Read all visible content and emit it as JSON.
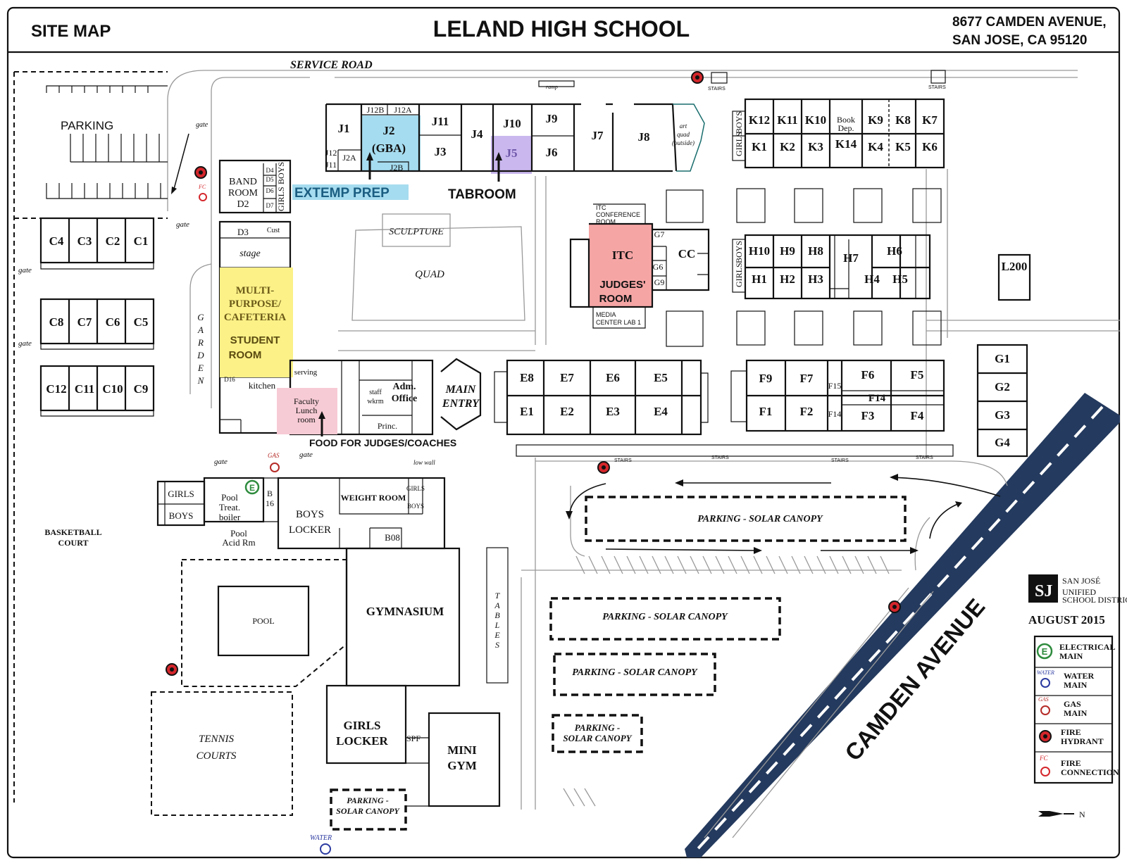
{
  "header": {
    "left": "SITE MAP",
    "title": "LELAND HIGH SCHOOL",
    "address_line1": "8677 CAMDEN AVENUE,",
    "address_line2": "SAN JOSE, CA 95120"
  },
  "roads": {
    "service_road": "SERVICE ROAD",
    "camden": "CAMDEN AVENUE",
    "ramp": "ramp",
    "stairs": "STAIRS",
    "low_wall": "low wall"
  },
  "labels": {
    "parking": "PARKING",
    "gate": "gate",
    "garden": [
      "G",
      "A",
      "R",
      "D",
      "E",
      "N"
    ],
    "basketball": [
      "BASKETBALL",
      "COURT"
    ],
    "pool": "POOL",
    "tennis": [
      "TENNIS",
      "COURTS"
    ],
    "gymnasium": "GYMNASIUM",
    "tables": [
      "T",
      "A",
      "B",
      "L",
      "E",
      "S"
    ],
    "girls_locker": [
      "GIRLS",
      "LOCKER"
    ],
    "mini_gym": [
      "MINI",
      "GYM"
    ],
    "spf": "SPF",
    "boys_locker": [
      "BOYS",
      "LOCKER"
    ],
    "weight_room": "WEIGHT ROOM",
    "b08": "B08",
    "b16": [
      "B",
      "16"
    ],
    "girls": "GIRLS",
    "boys": "BOYS",
    "pool_treat": [
      "Pool",
      "Treat.",
      "boiler"
    ],
    "pool_acid": [
      "Pool",
      "Acid Rm"
    ],
    "sculpture": "SCULPTURE",
    "quad": "QUAD",
    "main_entry": [
      "MAIN",
      "ENTRY"
    ],
    "adm_office": [
      "Adm.",
      "Office"
    ],
    "princ": "Princ.",
    "staff_wkrm": [
      "staff",
      "wkrm"
    ],
    "faculty_lunch": [
      "Faculty",
      "Lunch",
      "room"
    ],
    "kitchen": "kitchen",
    "serving": "serving",
    "stage": "stage",
    "band_room": [
      "BAND",
      "ROOM",
      "D2"
    ],
    "art_quad": [
      "art",
      "quad",
      "(outside)"
    ],
    "book_dep": [
      "Book",
      "Dep."
    ],
    "itc_conf": [
      "ITC",
      "CONFERENCE",
      "ROOM"
    ],
    "media": [
      "MEDIA",
      "CENTER LAB 1"
    ],
    "cc": "CC",
    "itc": "ITC",
    "cust": "Cust",
    "l200": "L200"
  },
  "rooms": {
    "c_top": [
      "C4",
      "C3",
      "C2",
      "C1"
    ],
    "c_mid": [
      "C8",
      "C7",
      "C6",
      "C5"
    ],
    "c_bot": [
      "C12",
      "C11",
      "C10",
      "C9"
    ],
    "j_top": [
      "J1",
      "J11",
      "J4",
      "J10",
      "J9",
      "J7",
      "J8"
    ],
    "j_low": [
      "J3",
      "J6"
    ],
    "j_small": [
      "J12B",
      "J12A",
      "J2A",
      "J12",
      "J11",
      "J2B"
    ],
    "j2": [
      "J2",
      "(GBA)"
    ],
    "j5": "J5",
    "k_top": [
      "K12",
      "K11",
      "K10",
      "K9",
      "K8",
      "K7"
    ],
    "k_bot": [
      "K1",
      "K2",
      "K3",
      "K14",
      "K4",
      "K5",
      "K6"
    ],
    "h_top": [
      "H10",
      "H9",
      "H8",
      "H7",
      "H6"
    ],
    "h_bot": [
      "H1",
      "H2",
      "H3",
      "H4",
      "H5"
    ],
    "e_top": [
      "E8",
      "E7",
      "E6",
      "E5"
    ],
    "e_bot": [
      "E1",
      "E2",
      "E3",
      "E4"
    ],
    "f_top": [
      "F9",
      "F7",
      "F6",
      "F5"
    ],
    "f_bot": [
      "F1",
      "F2",
      "F3",
      "F4"
    ],
    "f_misc": [
      "F15",
      "F14",
      "F14"
    ],
    "g_col": [
      "G1",
      "G2",
      "G3",
      "G4"
    ],
    "g_small": [
      "G7",
      "G6",
      "G9"
    ],
    "d_small": [
      "D4",
      "D5",
      "D6",
      "D7",
      "D3",
      "D16"
    ]
  },
  "highlights": {
    "extemp": "EXTEMP PREP",
    "tabroom": "TABROOM",
    "multi": [
      "MULTI-",
      "PURPOSE/",
      "CAFETERIA"
    ],
    "student": [
      "STUDENT",
      "ROOM"
    ],
    "judges": [
      "JUDGES'",
      "ROOM"
    ],
    "food": "FOOD FOR JUDGES/COACHES"
  },
  "parking_canopy": "PARKING - SOLAR CANOPY",
  "parking_canopy_split": [
    "PARKING -",
    "SOLAR CANOPY"
  ],
  "legend": {
    "district": [
      "SAN JOSÉ",
      "UNIFIED",
      "SCHOOL DISTRICT"
    ],
    "date": "AUGUST 2015",
    "items": [
      {
        "label": [
          "ELECTRICAL",
          "MAIN"
        ],
        "tag": ""
      },
      {
        "label": [
          "WATER",
          "MAIN"
        ],
        "tag": "WATER"
      },
      {
        "label": [
          "GAS",
          "MAIN"
        ],
        "tag": "GAS"
      },
      {
        "label": [
          "FIRE",
          "HYDRANT"
        ],
        "tag": ""
      },
      {
        "label": [
          "FIRE",
          "CONNECTION"
        ],
        "tag": "FC"
      }
    ],
    "north": "N"
  },
  "utility_tags": {
    "gas": "GAS",
    "water": "WATER",
    "fc": "FC",
    "e": "E"
  },
  "colors": {
    "extemp": "#a6dcef",
    "tabroom": "#c9b7ee",
    "cafeteria": "#fbf187",
    "judges": "#f6a5a5",
    "lunch": "#f7cbd5",
    "road": "#243a5e",
    "hydrant": "#d4262b",
    "electric": "#2e8b3d"
  }
}
